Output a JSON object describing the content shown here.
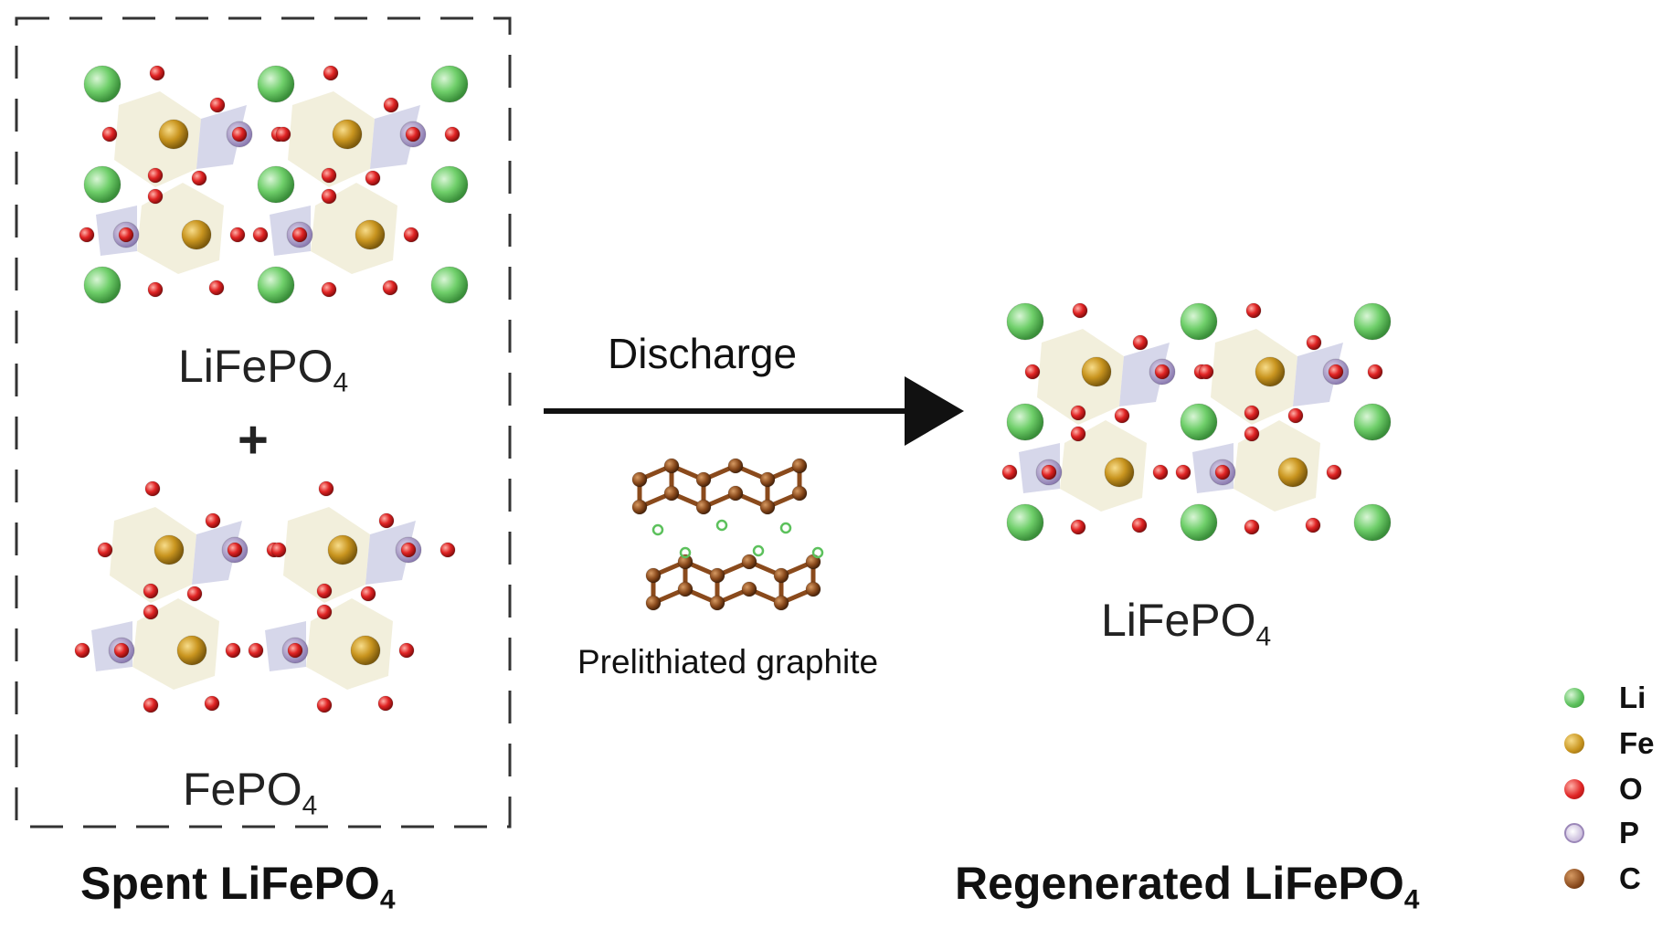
{
  "spent": {
    "top_formula_main": "LiFePO",
    "top_formula_sub": "4",
    "plus": "+",
    "bottom_formula_main": "FePO",
    "bottom_formula_sub": "4",
    "caption_main": "Spent LiFePO",
    "caption_sub": "4"
  },
  "process": {
    "arrow_label": "Discharge",
    "reagent_label": "Prelithiated graphite"
  },
  "regenerated": {
    "formula_main": "LiFePO",
    "formula_sub": "4",
    "caption_main": "Regenerated LiFePO",
    "caption_sub": "4"
  },
  "legend": [
    {
      "element": "Li",
      "color": "#5cc15c"
    },
    {
      "element": "Fe",
      "color": "#c9951f"
    },
    {
      "element": "O",
      "color": "#e02424"
    },
    {
      "element": "P",
      "color": "#b9a6cf"
    },
    {
      "element": "C",
      "color": "#8a4a1c"
    }
  ],
  "colors": {
    "li": "#5cc15c",
    "fe": "#c9951f",
    "o": "#e02424",
    "p": "#8a7ab0",
    "c": "#8a4a1c",
    "polyhedron": "#f1edd8",
    "tetrahedron": "#cfd0e6"
  }
}
